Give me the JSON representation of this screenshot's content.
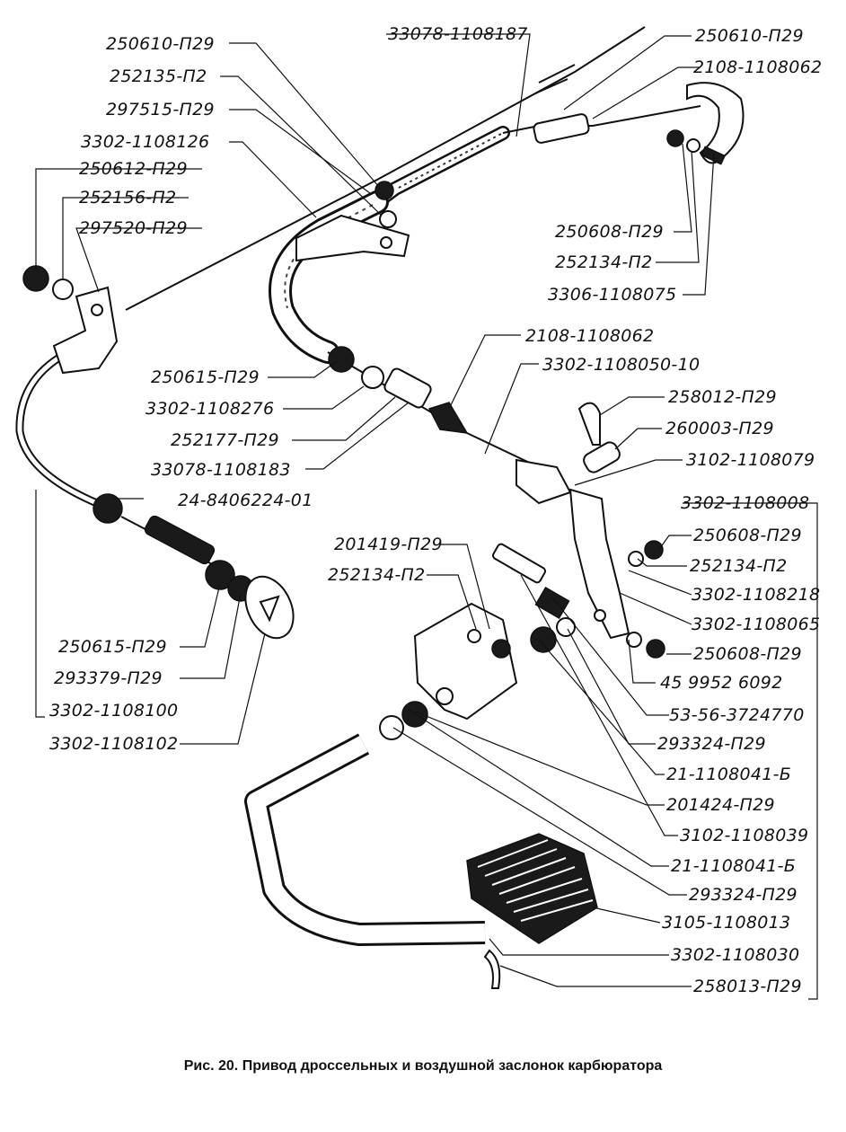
{
  "caption": "Рис. 20. Привод дроссельных и воздушной заслонок карбюратора",
  "labels": [
    "250610-П29",
    "252135-П2",
    "297515-П29",
    "3302-1108126",
    "250612-П29",
    "252156-П2",
    "297520-П29",
    "33078-1108187",
    "250610-П29",
    "2108-1108062",
    "250608-П29",
    "252134-П2",
    "3306-1108075",
    "2108-1108062",
    "3302-1108050-10",
    "250615-П29",
    "3302-1108276",
    "252177-П29",
    "33078-1108183",
    "24-8406224-01",
    "258012-П29",
    "260003-П29",
    "3102-1108079",
    "3302-1108008",
    "250608-П29",
    "252134-П2",
    "3302-1108218",
    "3302-1108065",
    "250608-П29",
    "45 9952 6092",
    "201419-П29",
    "252134-П2",
    "53-56-3724770",
    "293324-П29",
    "21-1108041-Б",
    "201424-П29",
    "3102-1108039",
    "21-1108041-Б",
    "293324-П29",
    "3105-1108013",
    "3302-1108030",
    "258013-П29",
    "250615-П29",
    "293379-П29",
    "3302-1108100",
    "3302-1108102"
  ]
}
